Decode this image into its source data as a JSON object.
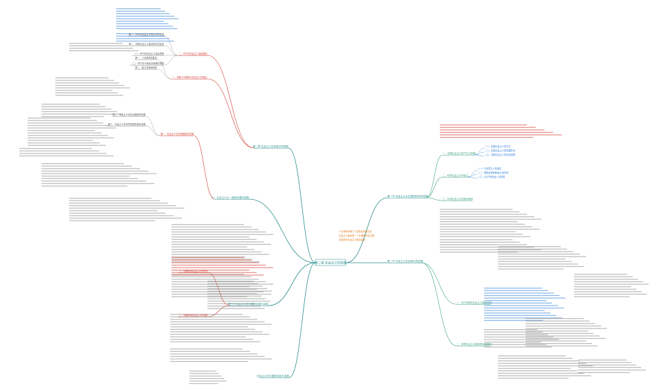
{
  "central": {
    "label": "第二章 社会主义的发展"
  },
  "colors": {
    "teal": "#2a8f8c",
    "green": "#3aa07a",
    "red": "#d03a2e",
    "blue": "#2f7fd8",
    "gray": "#8c8c8c",
    "orange": "#e07a1a"
  },
  "left_branches": [
    {
      "label": "第二章 社会主义在实践中的发展",
      "subs": [
        {
          "label": "二、列宁的社会主义建设理论",
          "items": [
            "第一、列宁对社会主义的认识与实践",
            "第二、苏联社会主义建设的历史经验",
            "（一）列宁的社会主义建设思想",
            "（二）列宁关于新经济政策的思想"
          ]
        },
        {
          "label": "一、苏俄十月革命与社会主义的建立",
          "items": [
            "第一、十月革命的胜利",
            "第二、建立苏维埃政权"
          ]
        }
      ]
    },
    {
      "label": "三、社会主义从一国到多国的发展",
      "subs": [
        {
          "label": "第一、社会主义在东欧国家的发展",
          "items": [
            "第二、社会主义在亚洲国家的发展",
            "第三、社会主义在世界范围的曲折发展"
          ]
        }
      ]
    },
    {
      "label": "第三节 社会主义在中国的发展与实践",
      "subs": [
        {
          "label": "一、中国特色社会主义的开创",
          "items": []
        },
        {
          "label": "二、中国特色社会主义的发展",
          "items": []
        }
      ]
    },
    {
      "label": "社会主义在中国的实践与发展",
      "subs": []
    }
  ],
  "right_branches": [
    {
      "label": "第一节 社会主义从空想到科学的发展",
      "subs": [
        {
          "label": "一、空想社会主义的产生与发展",
          "items": [
            "（一）空想社会主义的产生",
            "（二）空想社会主义的发展阶段",
            "（三）空想社会主义的历史局限"
          ]
        },
        {
          "label": "二、科学社会主义的创立",
          "items": [
            "（一）马克思主义的诞生",
            "（二）唯物史观和剩余价值学说",
            "（三）《共产党宣言》的发表"
          ]
        },
        {
          "label": "三、科学社会主义的基本原则",
          "items": []
        }
      ]
    },
    {
      "label": "第二节 社会主义在实践中的发展",
      "subs": [
        {
          "label": "一、列宁领导的社会主义建设实践",
          "items": []
        },
        {
          "label": "二、苏联社会主义建设的经验教训",
          "items": []
        }
      ]
    }
  ],
  "notes": [
    "十月革命开辟了人类历史的新纪元",
    "社会主义建设是一个长期的历史过程",
    "坚持科学社会主义基本原则"
  ]
}
